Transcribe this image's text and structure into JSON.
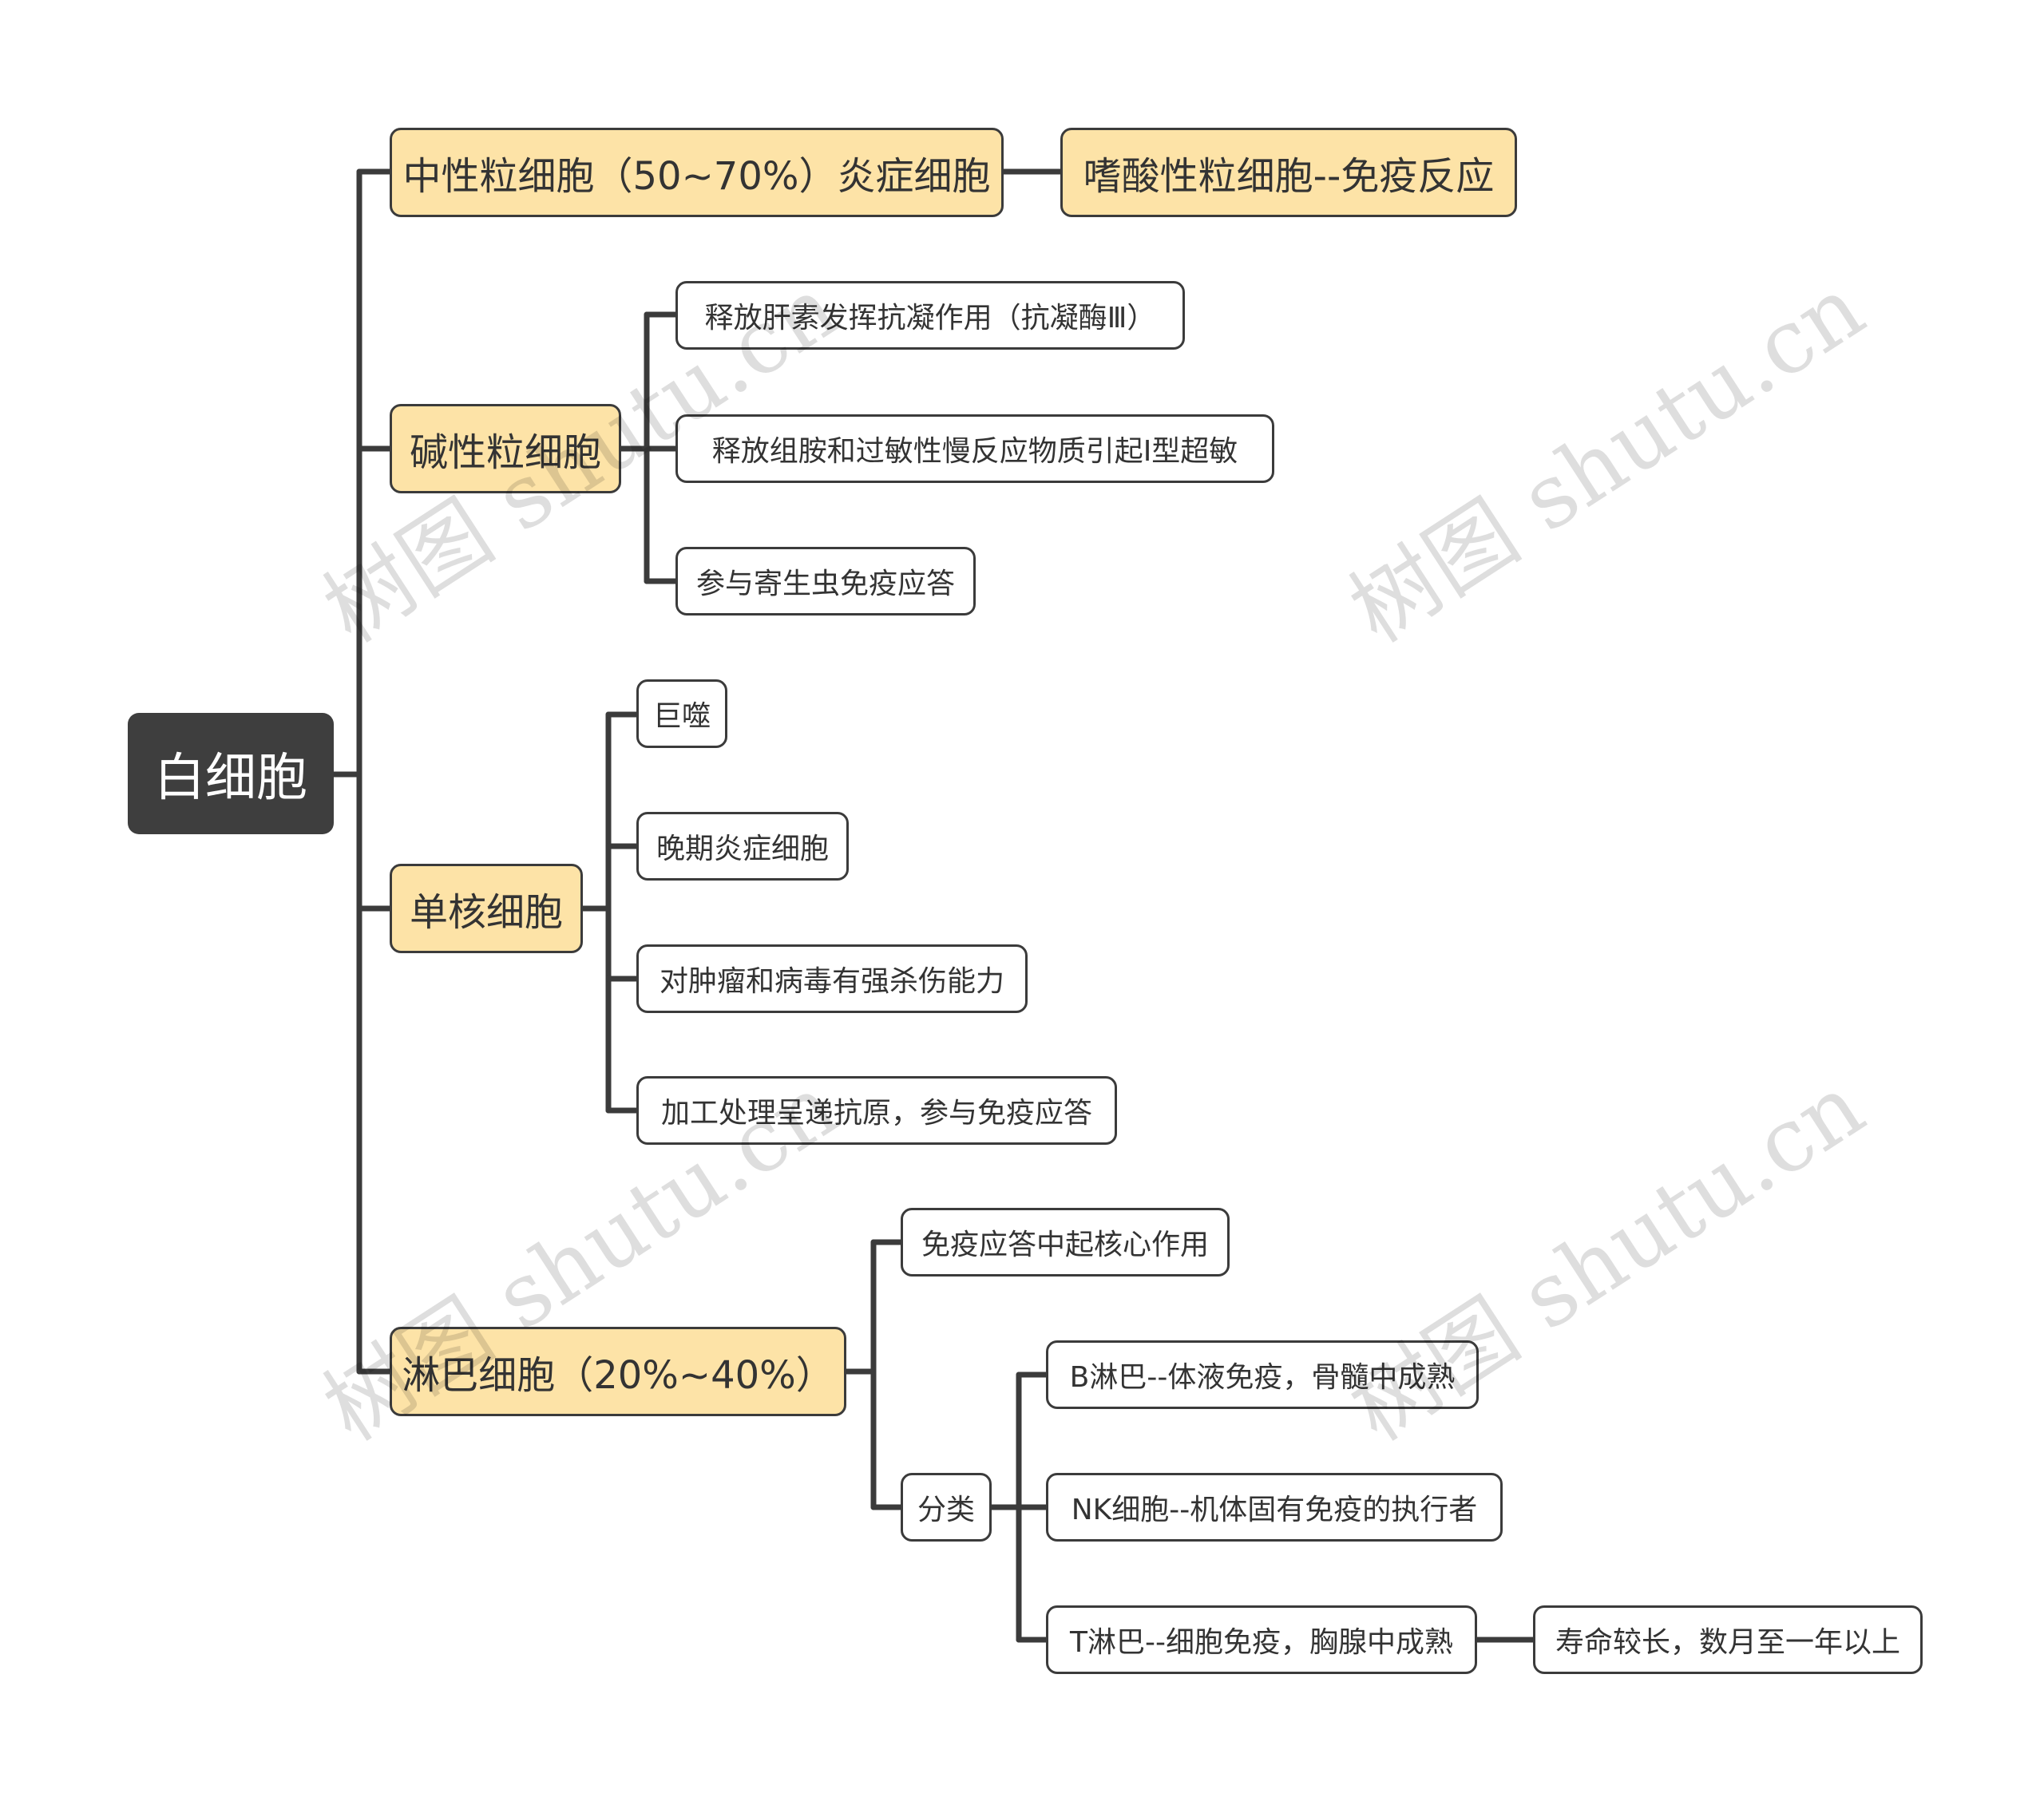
{
  "root": {
    "label": "白细胞"
  },
  "branches": {
    "neutrophil": {
      "label": "中性粒细胞（50~70%）炎症细胞"
    },
    "eosinophil": {
      "label": "嗜酸性粒细胞--免疫反应"
    },
    "basophil": {
      "label": "碱性粒细胞",
      "items": [
        "释放肝素发挥抗凝作用（抗凝酶Ⅲ）",
        "释放组胺和过敏性慢反应物质引起Ⅰ型超敏",
        "参与寄生虫免疫应答"
      ]
    },
    "monocyte": {
      "label": "单核细胞",
      "items": [
        "巨噬",
        "晚期炎症细胞",
        "对肿瘤和病毒有强杀伤能力",
        "加工处理呈递抗原，参与免疫应答"
      ]
    },
    "lymphocyte": {
      "label": "淋巴细胞（20%~40%）",
      "items": [
        "免疫应答中起核心作用",
        "分类"
      ],
      "classification": [
        "B淋巴--体液免疫，骨髓中成熟",
        "NK细胞--机体固有免疫的执行者",
        "T淋巴--细胞免疫，胸腺中成熟"
      ],
      "t_cell_note": "寿命较长，数月至一年以上"
    }
  },
  "watermark": "树图 shutu.cn",
  "colors": {
    "main_fill": "#fde3a7",
    "root_fill": "#3e3e3e",
    "line": "#3b3b3b"
  }
}
